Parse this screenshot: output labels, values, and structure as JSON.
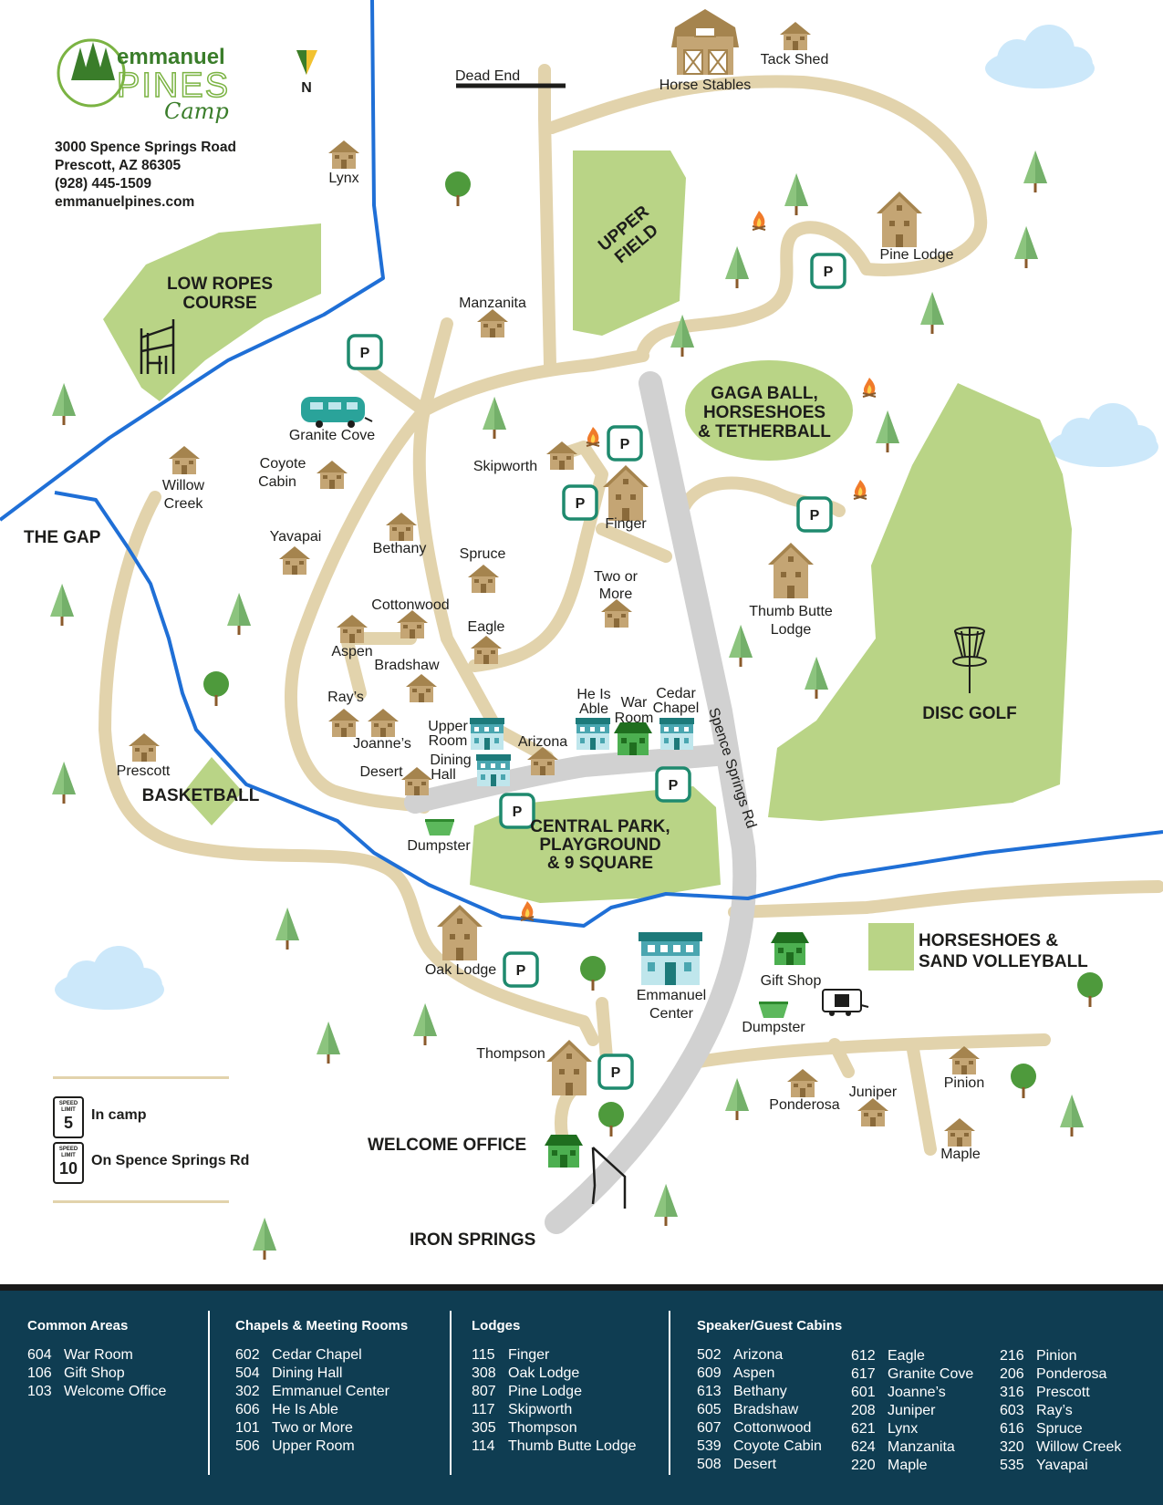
{
  "logo": {
    "brand_top": "emmanuel",
    "brand_mid": "PINES",
    "brand_script": "Camp"
  },
  "compass": {
    "north": "N"
  },
  "address": {
    "line1": "3000 Spence Springs Road",
    "line2": "Prescott, AZ 86305",
    "phone": "(928) 445-1509",
    "web": "emmanuelpines.com"
  },
  "areas": {
    "low_ropes_1": "LOW ROPES",
    "low_ropes_2": "COURSE",
    "upper_field_1": "UPPER",
    "upper_field_2": "FIELD",
    "gaga_1": "GAGA BALL,",
    "gaga_2": "HORSESHOES",
    "gaga_3": "& TETHERBALL",
    "disc_golf": "DISC GOLF",
    "basketball": "BASKETBALL",
    "central_1": "CENTRAL PARK,",
    "central_2": "PLAYGROUND",
    "central_3": "& 9 SQUARE",
    "horseshoes_1": "HORSESHOES &",
    "horseshoes_2": "SAND VOLLEYBALL",
    "the_gap": "THE GAP",
    "welcome_office": "WELCOME OFFICE",
    "iron_springs": "IRON SPRINGS"
  },
  "labels": {
    "dead_end": "Dead End",
    "horse_stables": "Horse Stables",
    "tack_shed": "Tack Shed",
    "lynx": "Lynx",
    "pine_lodge": "Pine Lodge",
    "manzanita": "Manzanita",
    "granite_cove": "Granite Cove",
    "coyote_1": "Coyote",
    "coyote_2": "Cabin",
    "willow_1": "Willow",
    "willow_2": "Creek",
    "skipworth": "Skipworth",
    "finger": "Finger",
    "yavapai": "Yavapai",
    "bethany": "Bethany",
    "spruce": "Spruce",
    "two_or_1": "Two or",
    "two_or_2": "More",
    "thumb_1": "Thumb Butte",
    "thumb_2": "Lodge",
    "cottonwood": "Cottonwood",
    "aspen": "Aspen",
    "eagle": "Eagle",
    "bradshaw": "Bradshaw",
    "rays": "Ray’s",
    "joannes": "Joanne’s",
    "he_1": "He Is",
    "he_2": "Able",
    "war_1": "War",
    "war_2": "Room",
    "cedar_1": "Cedar",
    "cedar_2": "Chapel",
    "upper_room_1": "Upper",
    "upper_room_2": "Room",
    "arizona": "Arizona",
    "dining_1": "Dining",
    "dining_2": "Hall",
    "desert": "Desert",
    "prescott": "Prescott",
    "dumpster": "Dumpster",
    "spence_rd": "Spence Springs Rd",
    "oak_lodge": "Oak Lodge",
    "emmanuel_1": "Emmanuel",
    "emmanuel_2": "Center",
    "gift_shop": "Gift Shop",
    "thompson": "Thompson",
    "ponderosa": "Ponderosa",
    "juniper": "Juniper",
    "pinion": "Pinion",
    "maple": "Maple",
    "parking": "P"
  },
  "speed_limits": [
    {
      "sign_small": "SPEED LIMIT",
      "sign_value": "5",
      "label": "In camp"
    },
    {
      "sign_small": "SPEED LIMIT",
      "sign_value": "10",
      "label": "On Spence Springs Rd"
    }
  ],
  "legend": {
    "common": {
      "title": "Common Areas",
      "items": [
        {
          "num": "604",
          "name": "War Room"
        },
        {
          "num": "106",
          "name": "Gift Shop"
        },
        {
          "num": "103",
          "name": "Welcome Office"
        }
      ]
    },
    "chapels": {
      "title": "Chapels & Meeting Rooms",
      "items": [
        {
          "num": "602",
          "name": "Cedar Chapel"
        },
        {
          "num": "504",
          "name": "Dining Hall"
        },
        {
          "num": "302",
          "name": "Emmanuel Center"
        },
        {
          "num": "606",
          "name": "He Is Able"
        },
        {
          "num": "101",
          "name": "Two or More"
        },
        {
          "num": "506",
          "name": "Upper Room"
        }
      ]
    },
    "lodges": {
      "title": "Lodges",
      "items": [
        {
          "num": "115",
          "name": "Finger"
        },
        {
          "num": "308",
          "name": "Oak Lodge"
        },
        {
          "num": "807",
          "name": "Pine Lodge"
        },
        {
          "num": "117",
          "name": "Skipworth"
        },
        {
          "num": "305",
          "name": "Thompson"
        },
        {
          "num": "114",
          "name": "Thumb Butte Lodge"
        }
      ]
    },
    "cabins": {
      "title": "Speaker/Guest Cabins",
      "col1": [
        {
          "num": "502",
          "name": "Arizona"
        },
        {
          "num": "609",
          "name": "Aspen"
        },
        {
          "num": "613",
          "name": "Bethany"
        },
        {
          "num": "605",
          "name": "Bradshaw"
        },
        {
          "num": "607",
          "name": "Cottonwood"
        },
        {
          "num": "539",
          "name": "Coyote Cabin"
        },
        {
          "num": "508",
          "name": "Desert"
        }
      ],
      "col2": [
        {
          "num": "612",
          "name": "Eagle"
        },
        {
          "num": "617",
          "name": "Granite Cove"
        },
        {
          "num": "601",
          "name": "Joanne’s"
        },
        {
          "num": "208",
          "name": "Juniper"
        },
        {
          "num": "621",
          "name": "Lynx"
        },
        {
          "num": "624",
          "name": "Manzanita"
        },
        {
          "num": "220",
          "name": "Maple"
        }
      ],
      "col3": [
        {
          "num": "216",
          "name": "Pinion"
        },
        {
          "num": "206",
          "name": "Ponderosa"
        },
        {
          "num": "316",
          "name": "Prescott"
        },
        {
          "num": "603",
          "name": "Ray’s"
        },
        {
          "num": "616",
          "name": "Spruce"
        },
        {
          "num": "320",
          "name": "Willow Creek"
        },
        {
          "num": "535",
          "name": "Yavapai"
        }
      ]
    }
  },
  "colors": {
    "road": "#e2d3ac",
    "main_road": "#cfcfcf",
    "area": "#b9d486",
    "creek": "#1f6fd6",
    "cabin": "#c4a574",
    "chapel": "#4aa6b0",
    "green_bldg": "#2f8a2f",
    "footer_bg": "#0f3d52"
  }
}
